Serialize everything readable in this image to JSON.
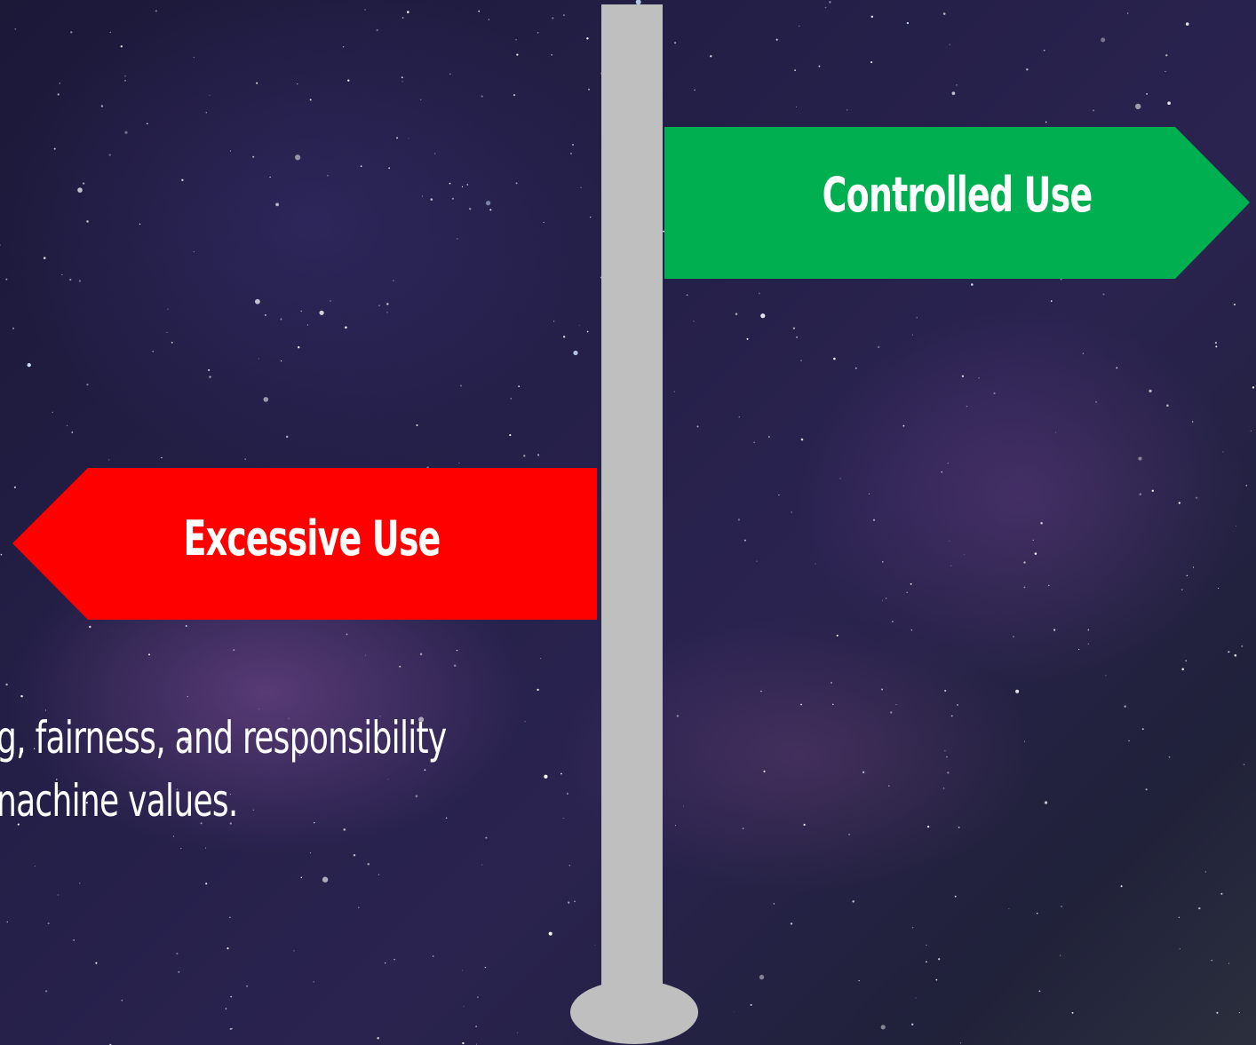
{
  "signs": {
    "controlled_use": "Controlled Use",
    "excessive_use": "Excessive Use"
  },
  "body_text": {
    "line1": "g, fairness, and responsibility",
    "line2": "nachine values."
  },
  "yellow_text": {
    "line1": ")",
    "line2": ")"
  },
  "colors": {
    "controlled_sign": "#00b050",
    "excessive_sign": "#ff0000",
    "pole": "#bfbfbf",
    "highlight_text": "#ffcc00"
  }
}
